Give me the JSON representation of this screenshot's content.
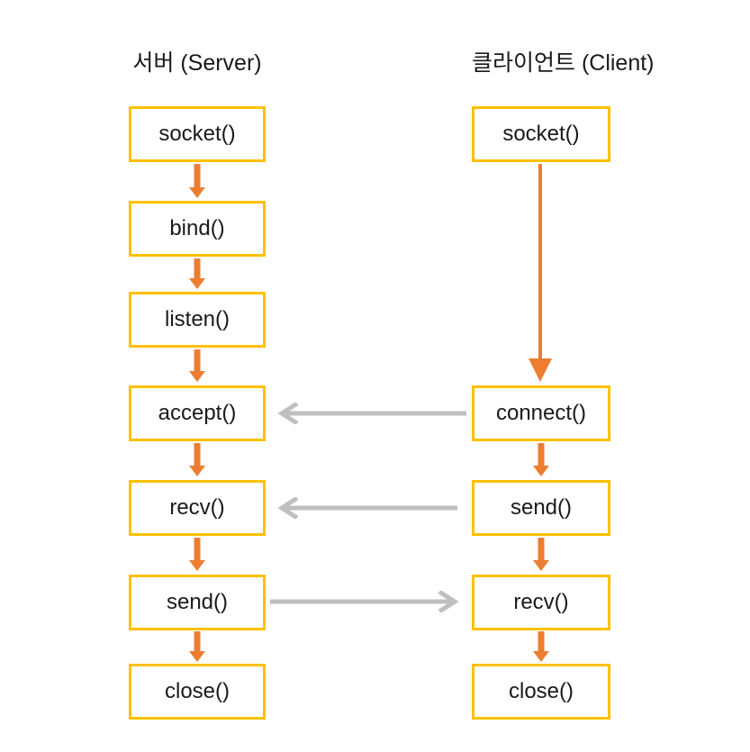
{
  "diagram": {
    "title": "Server-Client socket API call sequence",
    "background_color": "#ffffff",
    "box_border_color": "#ffc000",
    "flow_arrow_color": "#ed7d31",
    "message_arrow_color": "#bfbfbf",
    "text_color": "#1a1a1a"
  },
  "columns": [
    {
      "id": "server",
      "heading": "서버 (Server)",
      "steps": [
        {
          "label": "socket()"
        },
        {
          "label": "bind()"
        },
        {
          "label": "listen()"
        },
        {
          "label": "accept()"
        },
        {
          "label": "recv()"
        },
        {
          "label": "send()"
        },
        {
          "label": "close()"
        }
      ]
    },
    {
      "id": "client",
      "heading": "클라이언트 (Client)",
      "steps": [
        {
          "label": "socket()"
        },
        {
          "label": "connect()"
        },
        {
          "label": "send()"
        },
        {
          "label": "recv()"
        },
        {
          "label": "close()"
        }
      ]
    }
  ],
  "messages": [
    {
      "id": "connect-to-accept",
      "from": "client.connect()",
      "to": "server.accept()",
      "direction": "left"
    },
    {
      "id": "client-send-to-server-recv",
      "from": "client.send()",
      "to": "server.recv()",
      "direction": "left"
    },
    {
      "id": "server-send-to-client-recv",
      "from": "server.send()",
      "to": "client.recv()",
      "direction": "right"
    }
  ],
  "icons": {
    "down_arrow": "down-arrow-icon",
    "left_arrow": "left-arrow-icon",
    "right_arrow": "right-arrow-icon"
  }
}
